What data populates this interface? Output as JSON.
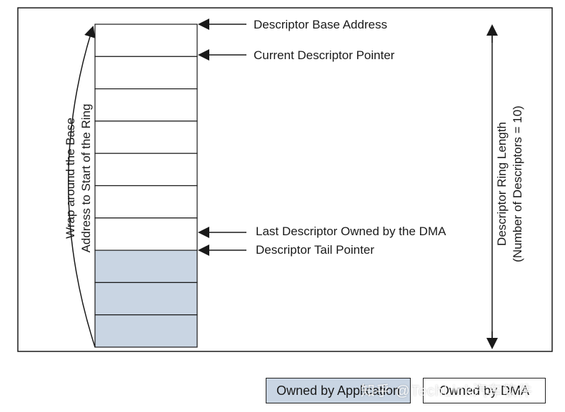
{
  "diagram": {
    "slots_total": 10,
    "application_owned_slots": 3,
    "labels": {
      "base_address": "Descriptor Base Address",
      "current_pointer": "Current Descriptor Pointer",
      "last_dma": "Last Descriptor Owned by the DMA",
      "tail_pointer": "Descriptor Tail Pointer"
    },
    "wrap_label": {
      "line1": "Wrap around the Base",
      "line2": "Address to Start of the Ring"
    },
    "ring_length_label": {
      "line1": "Descriptor Ring Length",
      "line2": "(Number of Descriptors = 10)"
    },
    "colors": {
      "application_fill": "#c9d5e3",
      "dma_fill": "#ffffff",
      "line": "#1a1a1a"
    }
  },
  "legend": {
    "application": "Owned by Application",
    "dma": "Owned by DMA"
  },
  "watermark": "知乎 @TechLink汽车软件"
}
